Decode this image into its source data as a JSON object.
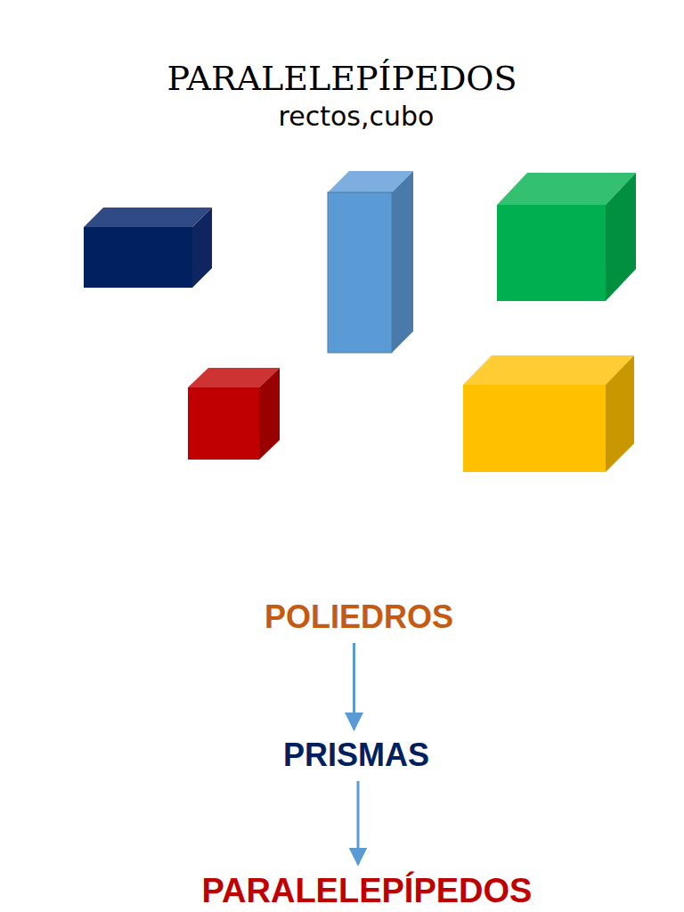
{
  "diagram": {
    "title": "PARALELEPÍPEDOS",
    "nodes": [
      {
        "text": [
          "POLIEDROS"
        ]
      },
      {
        "text": [
          "PRISMAS"
        ]
      },
      {
        "text": [
          "PARALELEPÍPEDOS"
        ]
      }
    ],
    "edges": [
      {
        "from": 0,
        "to": 1,
        "arrow": "to"
      },
      {
        "from": 1,
        "to": 2,
        "arrow": "to"
      }
    ],
    "labels": [
      "rectos,cubo"
    ]
  }
}
